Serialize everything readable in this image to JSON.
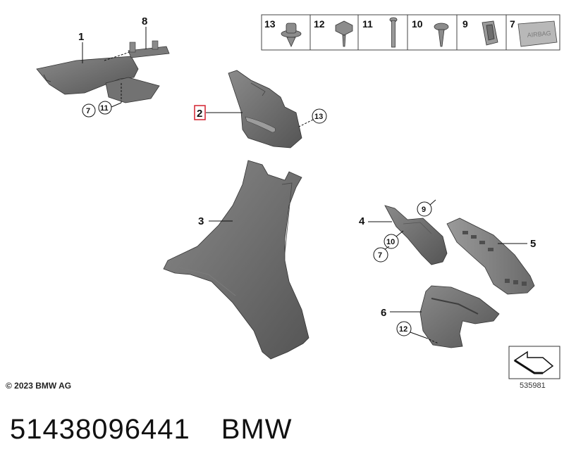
{
  "legend": {
    "items": [
      {
        "num": "13",
        "icon": "clip-icon"
      },
      {
        "num": "12",
        "icon": "hex-bolt-icon"
      },
      {
        "num": "11",
        "icon": "screw-icon"
      },
      {
        "num": "10",
        "icon": "sheet-metal-screw-icon"
      },
      {
        "num": "9",
        "icon": "spring-clip-icon"
      },
      {
        "num": "7",
        "icon": "airbag-badge-icon"
      }
    ],
    "badge_text": "AIRBAG"
  },
  "callouts": {
    "part1": "1",
    "part8": "8",
    "part2": "2",
    "part3": "3",
    "part4": "4",
    "part5": "5",
    "part6": "6",
    "c13": "13",
    "c7a": "7",
    "c11": "11",
    "c9": "9",
    "c10": "10",
    "c7b": "7",
    "c12": "12"
  },
  "highlight_color": "#d3202e",
  "part_color": "#6b6b6b",
  "copyright": "© 2023 BMW AG",
  "diagram_id": "535981",
  "footer": {
    "part_number": "51438096441",
    "brand": "BMW"
  }
}
